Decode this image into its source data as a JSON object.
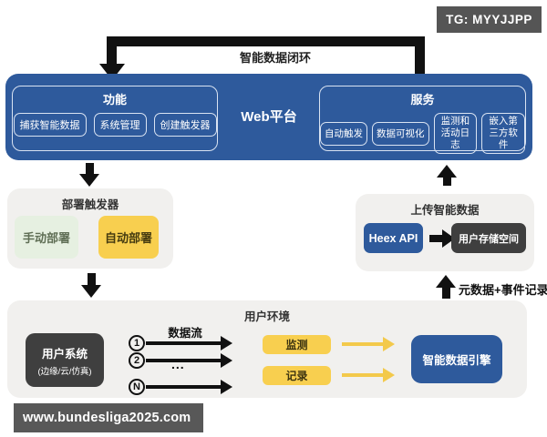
{
  "badge": "TG: MYYJJPP",
  "loop_label": "智能数据闭环",
  "platform": {
    "title": "Web平台",
    "functions": {
      "title": "功能",
      "items": [
        "捕获智能数据",
        "系统管理",
        "创建触发器"
      ]
    },
    "services": {
      "title": "服务",
      "items": [
        "自动触发",
        "数据可视化",
        "监测和活动日志",
        "嵌入第三方软件"
      ]
    }
  },
  "deploy_trigger": {
    "title": "部署触发器",
    "manual": "手动部署",
    "auto": "自动部署"
  },
  "upload": {
    "title": "上传智能数据",
    "api": "Heex API",
    "storage": "用户存储空间"
  },
  "metadata_label": "元数据+事件记录",
  "environment": {
    "title": "用户环境",
    "user_system": "用户系统",
    "user_system_sub": "(边缘/云/仿真)",
    "dataflow_label": "数据流",
    "stream_1": "1",
    "stream_2": "2",
    "stream_n": "N",
    "ellipsis": "...",
    "monitor": "监测",
    "record": "记录",
    "engine": "智能数据引擎"
  },
  "watermark": "www.bundesliga2025.com",
  "colors": {
    "primary_blue": "#2e5a9c",
    "panel_gray": "#f1f0ee",
    "dark_box": "#3f3f3f",
    "yellow": "#f8cf4f",
    "light_green": "#e6f0e1",
    "arrow_black": "#111111",
    "yellow_arrow": "#f3c94b"
  }
}
